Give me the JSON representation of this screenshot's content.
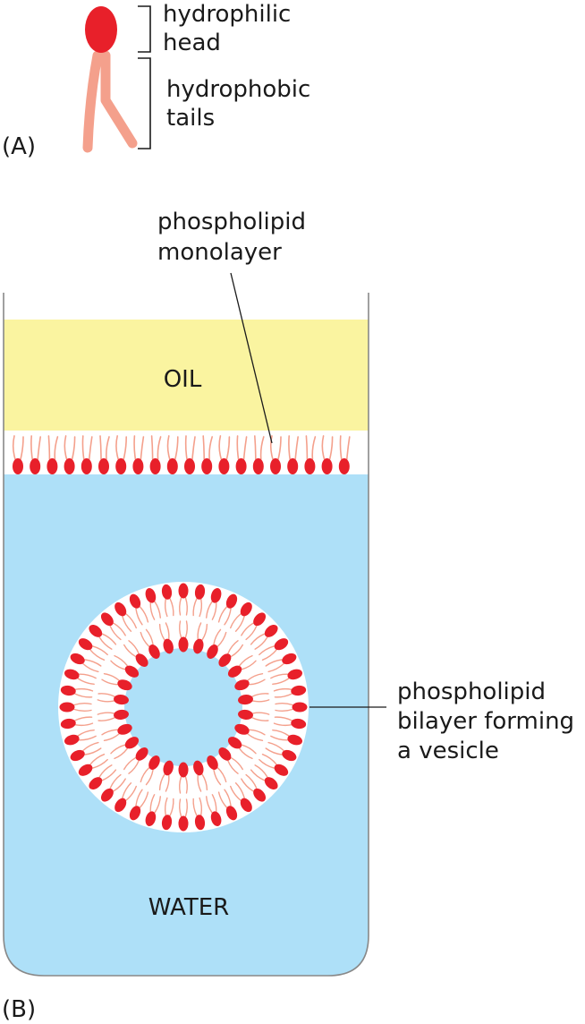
{
  "panel_a": {
    "letter": "(A)",
    "head_label_line1": "hydrophilic",
    "head_label_line2": "head",
    "tail_label_line1": "hydrophobic",
    "tail_label_line2": "tails"
  },
  "panel_b": {
    "letter": "(B)",
    "oil_label": "OIL",
    "water_label": "WATER",
    "monolayer_label_line1": "phospholipid",
    "monolayer_label_line2": "monolayer",
    "vesicle_label_line1": "phospholipid",
    "vesicle_label_line2": "bilayer forming",
    "vesicle_label_line3": "a vesicle"
  },
  "colors": {
    "head": "#e8202a",
    "tail": "#f4a08c",
    "oil": "#faf4a0",
    "water": "#aee0f8",
    "beaker_edge": "#888888",
    "line": "#1a1a1a"
  }
}
